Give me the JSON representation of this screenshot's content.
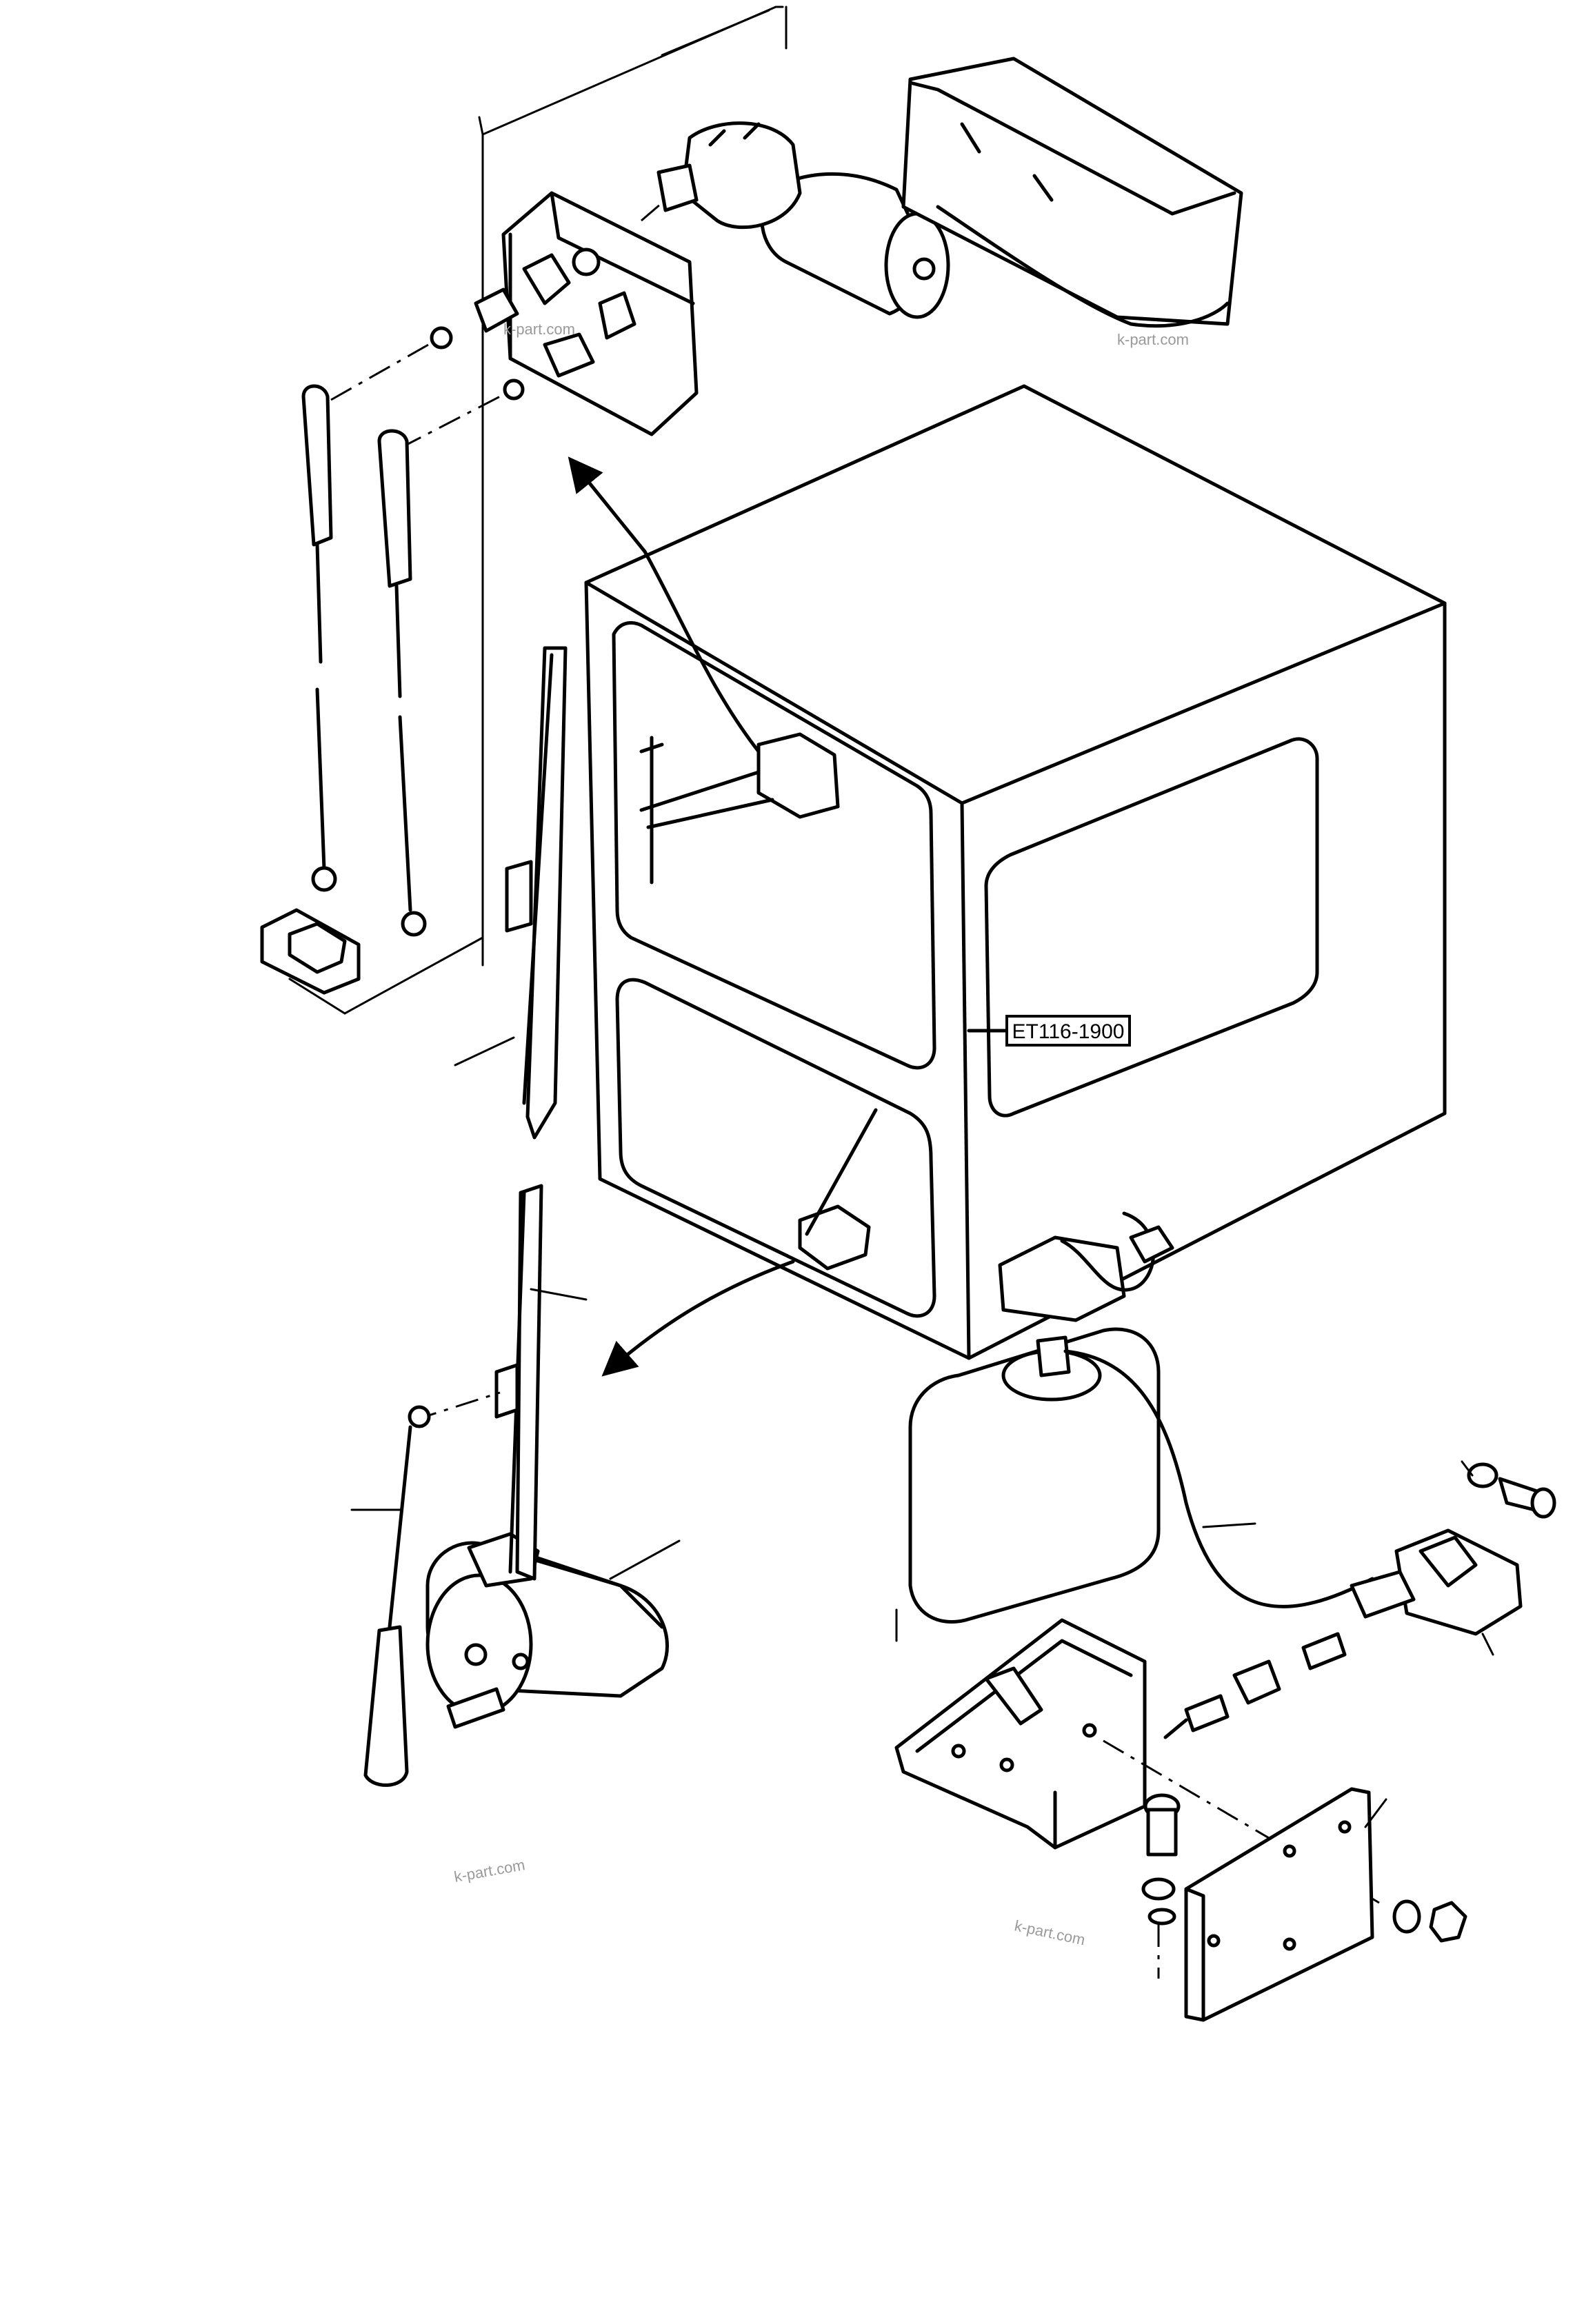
{
  "callout": {
    "ref_code": "ET116-1900"
  },
  "watermarks": [
    "k-part.com",
    "k-part.com",
    "k-part.com",
    "k-part.com"
  ]
}
